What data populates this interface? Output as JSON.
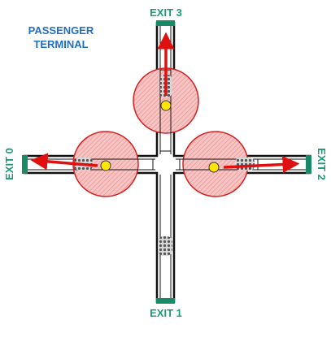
{
  "title": {
    "line1": "PASSENGER",
    "line2": "TERMINAL"
  },
  "exits": {
    "exit_0": "EXIT 0",
    "exit_1": "EXIT 1",
    "exit_2": "EXIT 2",
    "exit_3": "EXIT 3"
  },
  "colors": {
    "title": "#1f6fc4",
    "exit_label": "#1a9a7a",
    "exit_door": "#1a8a66",
    "corridor_stroke": "#111111",
    "zone_fill": "#f4a6a6",
    "zone_stroke": "#d42020",
    "agent": "#ffe600",
    "arrow": "#e01010"
  },
  "icons": {
    "agent": "yellow-circle",
    "crowd": "grey-dot-cluster",
    "direction": "red-arrow"
  }
}
